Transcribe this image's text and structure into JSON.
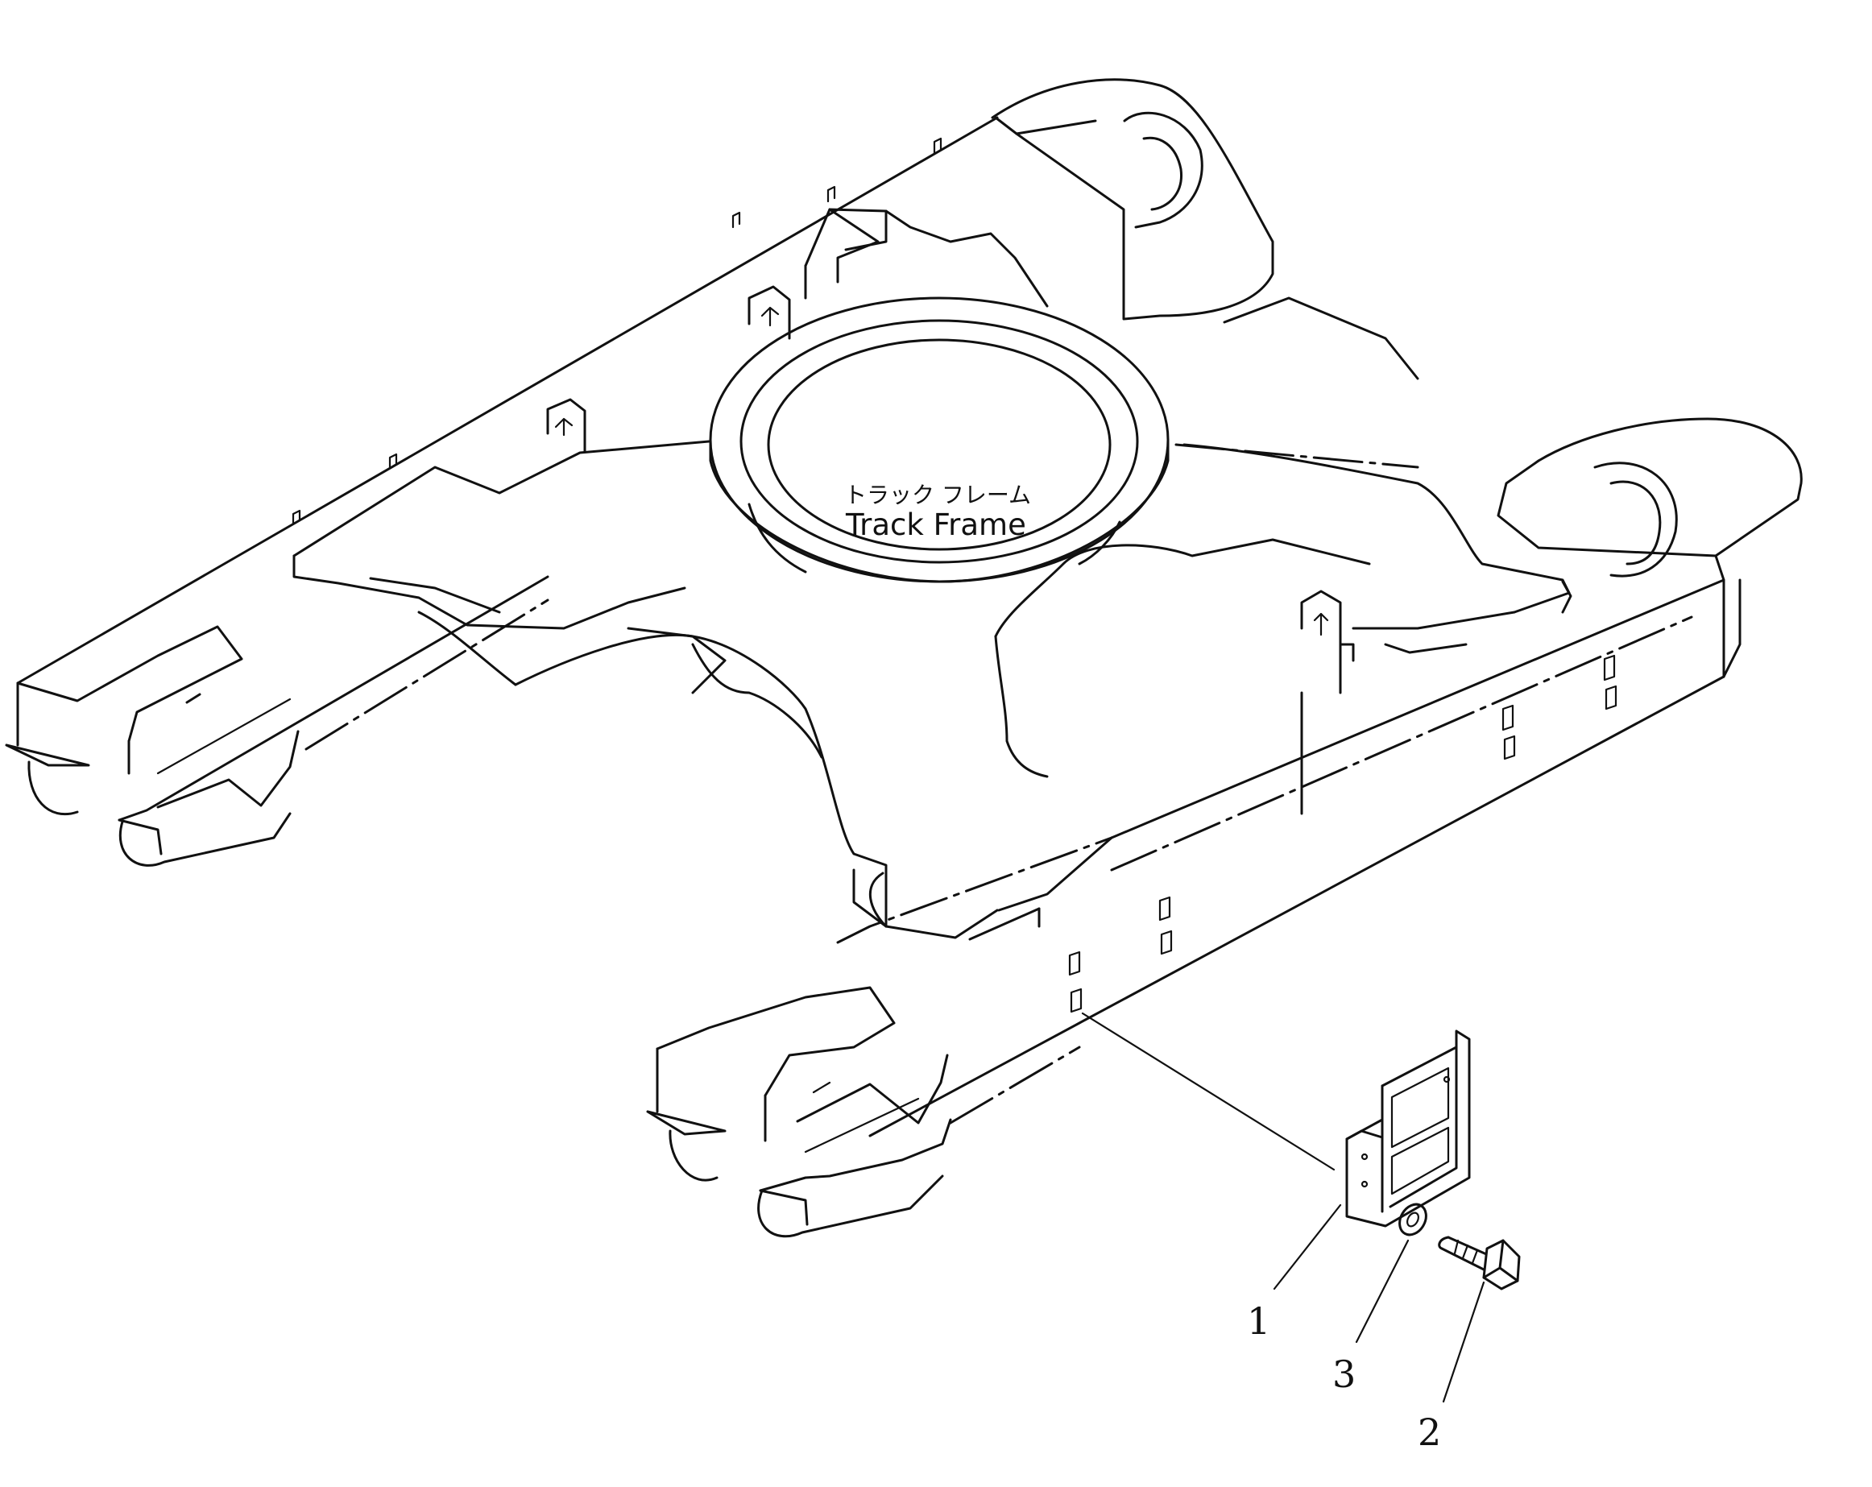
{
  "assembly": {
    "label_jp": "トラック フレーム",
    "label_en": "Track Frame"
  },
  "callouts": [
    {
      "number": "1",
      "part": "bracket"
    },
    {
      "number": "3",
      "part": "washer"
    },
    {
      "number": "2",
      "part": "bolt"
    }
  ]
}
